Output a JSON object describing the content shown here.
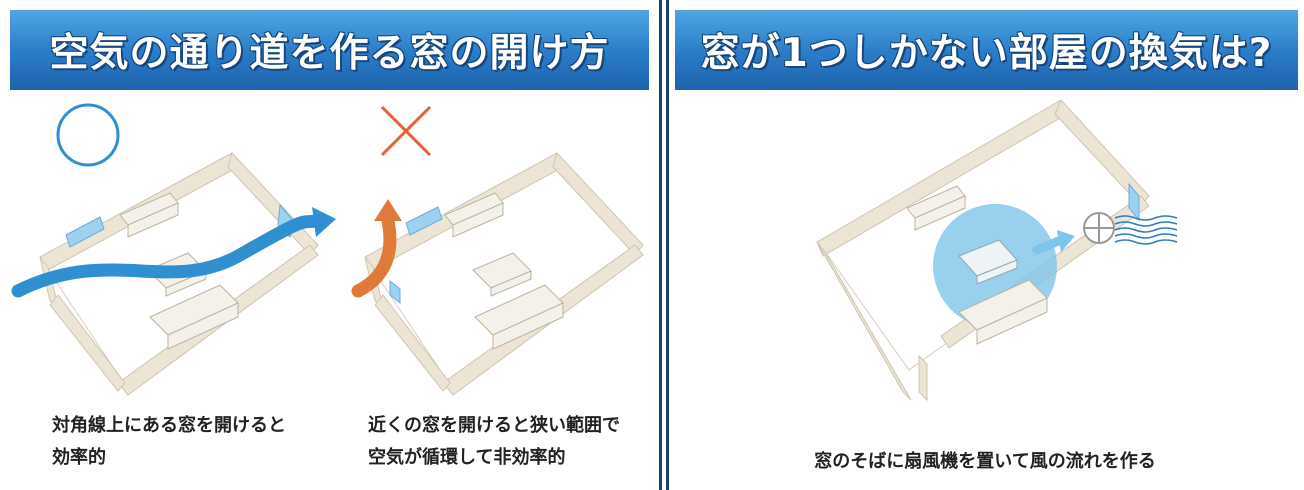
{
  "colors": {
    "banner_top": "#4fa6e2",
    "banner_bottom": "#1f63ae",
    "good_mark": "#2f8fd0",
    "bad_mark": "#e0633a",
    "airflow_good": "#2f8fd0",
    "airflow_bad": "#e07a3a",
    "wall": "#ece4d5",
    "window": "#9dd1ef",
    "fan_zone": "#7fc4ea"
  },
  "left_panel": {
    "title": "空気の通り道を作る窓の開け方",
    "good": {
      "mark": "good-circle",
      "caption_line1": "対角線上にある窓を開けると",
      "caption_line2": "効率的"
    },
    "bad": {
      "mark": "bad-cross",
      "caption_line1": "近くの窓を開けると狭い範囲で",
      "caption_line2": "空気が循環して非効率的"
    }
  },
  "right_panel": {
    "title": "窓が1つしかない部屋の換気は?",
    "caption": "窓のそばに扇風機を置いて風の流れを作る"
  }
}
